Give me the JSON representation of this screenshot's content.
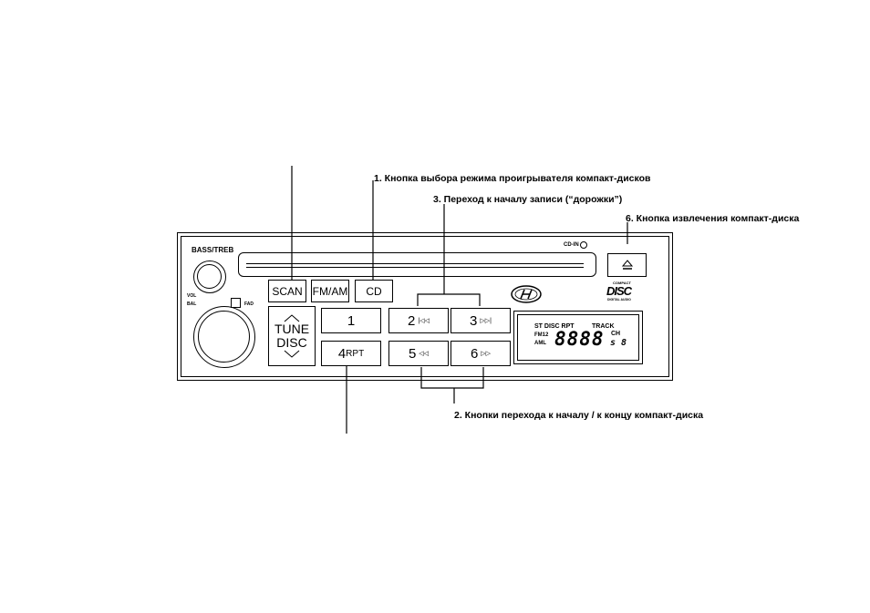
{
  "callouts": {
    "c1": "1. Кнопка выбора режима проигрывателя компакт-дисков",
    "c3": "3. Переход к началу записи (“дорожки”)",
    "c6": "6. Кнопка извлечения компакт-диска",
    "c2": "2. Кнопки перехода к началу / к концу компакт-диска"
  },
  "radio": {
    "bass_treb": "BASS/TREB",
    "vol": "VOL",
    "bal": "BAL",
    "fad": "FAD",
    "cd_in": "CD-IN",
    "buttons": {
      "scan": "SCAN",
      "fmam": "FM/AM",
      "cd": "CD",
      "tune": "TUNE",
      "disc": "DISC"
    },
    "presets": [
      {
        "num": "1",
        "sub": ""
      },
      {
        "num": "2",
        "sub": "|◁◁"
      },
      {
        "num": "3",
        "sub": "▷▷|"
      },
      {
        "num": "4",
        "sub": "RPT"
      },
      {
        "num": "5",
        "sub": "◁◁"
      },
      {
        "num": "6",
        "sub": "▷▷"
      }
    ],
    "logo_top": "COMPACT",
    "logo_main": "DISC",
    "logo_bottom": "DIGITAL AUDIO",
    "lcd": {
      "row1": "ST DISC RPT",
      "track": "TRACK",
      "fm12": "FM12",
      "aml": "AML",
      "digits": "8888",
      "ch": "CH",
      "small_digits": "s 8"
    }
  }
}
